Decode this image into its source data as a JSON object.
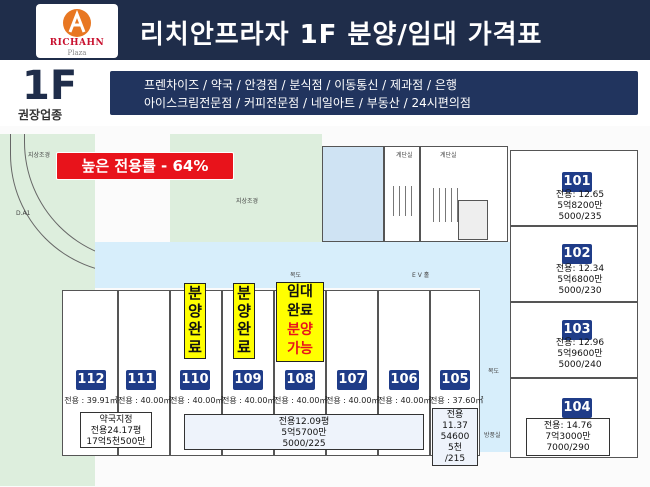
{
  "header": {
    "logo_text": "RICHAHN",
    "logo_sub": "Plaza",
    "title": "리치안프라자 1F 분양/임대 가격표"
  },
  "banner": {
    "floor": "1F",
    "recommend_label": "권장업종",
    "line1": "프렌차이즈 / 약국 / 안경점 / 분식점 / 이동통신 / 제과점 / 은행",
    "line2": "아이스크림전문점 / 커피전문점 / 네일아트 / 부동산 / 24시편의점"
  },
  "highlight": "높은 전용률 - 64%",
  "plan_labels": {
    "stair1": "계단실",
    "stair2": "계단실",
    "corridor": "복도",
    "corridor2": "복도",
    "ev": "E V 홀",
    "grass1": "지상조경",
    "grass2": "지상조경",
    "da": "D.A1",
    "lobby": "방풍실"
  },
  "units_bottom": [
    {
      "id": "112",
      "area": "전용 : 39.91㎡"
    },
    {
      "id": "111",
      "area": "전용 : 40.00㎡"
    },
    {
      "id": "110",
      "area": "전용 : 40.00㎡"
    },
    {
      "id": "109",
      "area": "전용 : 40.00㎡"
    },
    {
      "id": "108",
      "area": "전용 : 40.00㎡"
    },
    {
      "id": "107",
      "area": "전용 : 40.00㎡"
    },
    {
      "id": "106",
      "area": "전용 : 40.00㎡"
    },
    {
      "id": "105",
      "area": "전용 : 37.60㎡"
    }
  ],
  "status_tags": {
    "u110": [
      "분",
      "양",
      "완",
      "료"
    ],
    "u109": [
      "분",
      "양",
      "완",
      "료"
    ],
    "u108": [
      "임대",
      "완료",
      "분양",
      "가능"
    ]
  },
  "units_right": [
    {
      "id": "101",
      "lines": [
        "전용: 12.65",
        "5억8200만",
        "5000/235"
      ]
    },
    {
      "id": "102",
      "lines": [
        "전용: 12.34",
        "5억6800만",
        "5000/230"
      ]
    },
    {
      "id": "103",
      "lines": [
        "전용: 12.96",
        "5억9600만",
        "5000/240"
      ]
    },
    {
      "id": "104",
      "lines": [
        "전용: 14.76",
        "7억3000만",
        "7000/290"
      ]
    }
  ],
  "price_boxes": {
    "u112": [
      "약국지정",
      "전용24.17평",
      "17억5천500만"
    ],
    "middle": [
      "전용12.09평",
      "5억5700만",
      "5000/225"
    ],
    "u105": [
      "전용",
      "11.37",
      "54600",
      "5천",
      "/215"
    ]
  },
  "colors": {
    "header": "#1f2d4a",
    "badge": "#1f3c88",
    "highlight": "#e8131b",
    "tag": "#ffff00"
  }
}
